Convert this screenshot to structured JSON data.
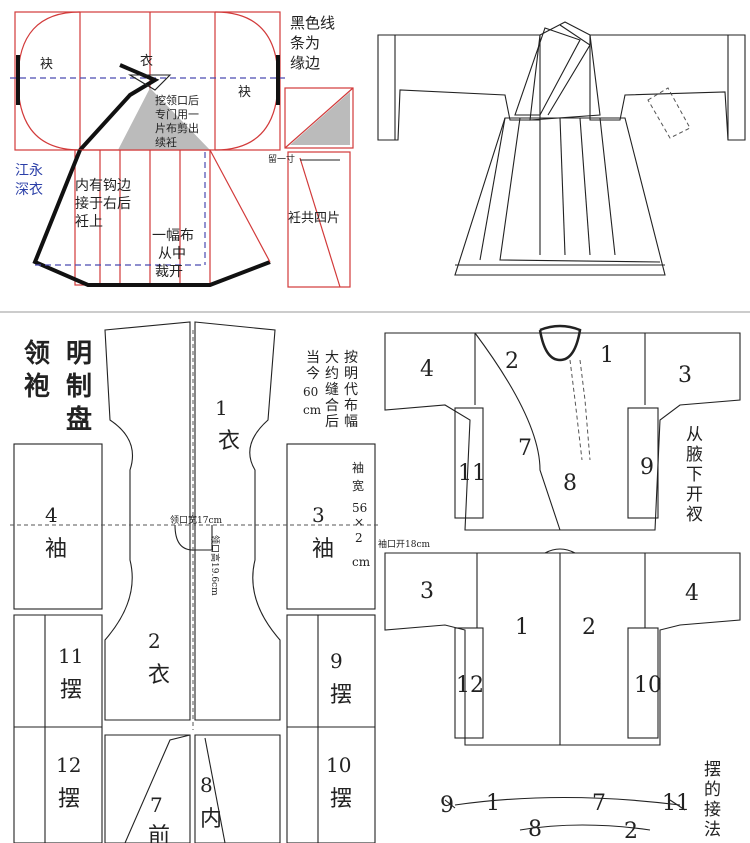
{
  "top_left": {
    "sleeve_l": "袂",
    "body": "衣",
    "sleeve_r": "袂",
    "note_border": [
      "黑色线",
      "条为",
      "缘边"
    ],
    "note_collar": [
      "挖领口后",
      "专门用一",
      "片布剪出",
      "续衽"
    ],
    "garment_name": [
      "江永",
      "深衣"
    ],
    "note_inner": [
      "内有钩边",
      "接于右后",
      "衽上"
    ],
    "note_width": [
      "一幅布",
      "从中",
      "裁开"
    ],
    "note_margin": "留一寸",
    "note_panels": "衽共四片"
  },
  "bottom_left": {
    "title": [
      "明",
      "制",
      "领",
      "袍",
      "盘"
    ],
    "note_cloth": [
      "按",
      "明",
      "代",
      "布",
      "幅"
    ],
    "note_cloth2": [
      "大",
      "约",
      "缝",
      "合",
      "后"
    ],
    "note_cloth3": [
      "当",
      "今",
      "60",
      "cm"
    ],
    "p1_num": "1",
    "p1_name": "衣",
    "p2_num": "2",
    "p2_name": "衣",
    "p3_num": "3",
    "p3_name": "袖",
    "p4_num": "4",
    "p4_name": "袖",
    "p7_num": "7",
    "p7_name": "前",
    "p8_num": "8",
    "p8_name": "内",
    "p9_num": "9",
    "p9_name": "摆",
    "p10_num": "10",
    "p10_name": "摆",
    "p11_num": "11",
    "p11_name": "摆",
    "p12_num": "12",
    "p12_name": "摆",
    "neck_w": "领口宽17cm",
    "neck_h": "领口高19.6cm",
    "sleeve_w": [
      "袖",
      "宽",
      "56",
      "×",
      "2",
      "cm"
    ],
    "cuff": "袖口开18cm"
  },
  "bottom_right": {
    "front": [
      "4",
      "2",
      "1",
      "3",
      "7",
      "8",
      "11",
      "9"
    ],
    "slit": [
      "从",
      "腋",
      "下",
      "开",
      "衩"
    ],
    "back": [
      "3",
      "1",
      "2",
      "4",
      "12",
      "10"
    ],
    "join_title": [
      "摆",
      "的",
      "接",
      "法"
    ],
    "join": [
      "9",
      "1",
      "7",
      "11",
      "8",
      "2"
    ]
  }
}
